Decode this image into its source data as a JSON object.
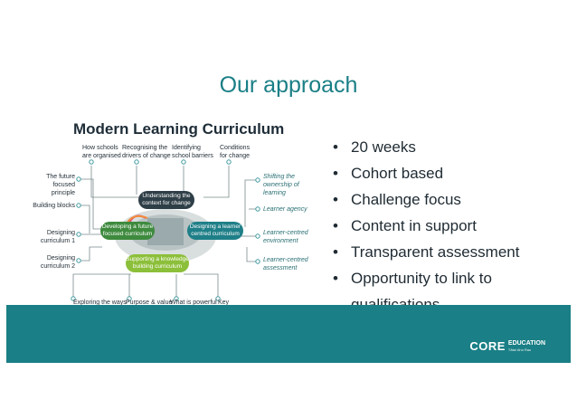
{
  "slide": {
    "title": "Our approach"
  },
  "bullets": [
    "20 weeks",
    "Cohort based",
    "Challenge focus",
    "Content in support",
    "Transparent assessment",
    "Opportunity to link to qualifications"
  ],
  "diagram": {
    "title": "Modern Learning Curriculum",
    "top_labels": [
      "How schools\nare organised",
      "Recognising the\ndrivers of change",
      "Identifying\nschool barriers",
      "Conditions\nfor change"
    ],
    "left_labels": [
      "The future\nfocused principle",
      "Building blocks",
      "Designing\ncurriculum 1",
      "Designing\ncurriculum 2"
    ],
    "right_labels": [
      "Shifting the\nownership of\nlearning",
      "Learner agency",
      "Learner-centred\nenvironment",
      "Learner-centred\nassessment"
    ],
    "bottom_labels": [
      "Exploring the ways\nwe use knowledge",
      "Purpose & value\nof disciplinary\nknowledge",
      "What is powerful\nto learn",
      "Key\ncompetencies"
    ],
    "centre": [
      "Understanding the\ncontext for change",
      "Developing a future\nfocused curriculum",
      "Designing a learner\ncentred curriculum",
      "Supporting a knowledge\nbuilding curriculum"
    ]
  },
  "footer": {
    "logo_word": "CORE",
    "logo_side": "EDUCATION",
    "logo_sub": "Tātai Aho Rau"
  },
  "colors": {
    "accent": "#1a7f86",
    "text": "#1f2b33"
  }
}
